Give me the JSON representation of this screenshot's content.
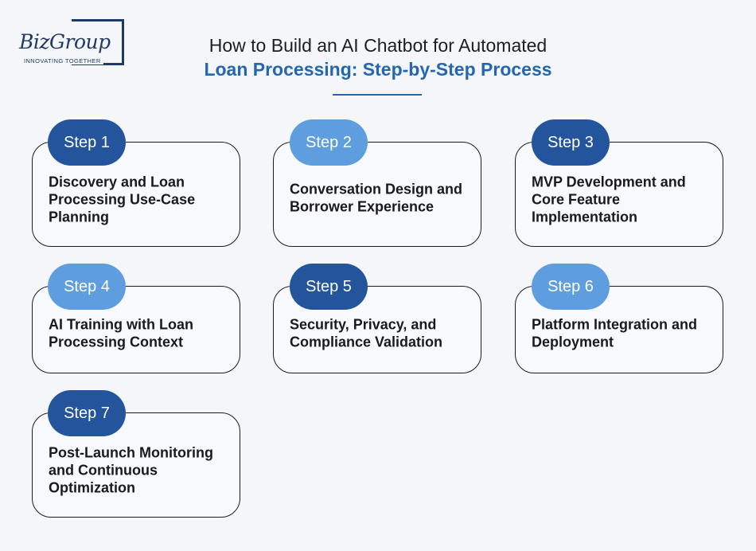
{
  "logo": {
    "name": "BizGroup",
    "tagline": "INNOVATING TOGETHER"
  },
  "title": {
    "line1": "How to Build an AI Chatbot for Automated",
    "line2": "Loan Processing: Step-by-Step Process"
  },
  "colors": {
    "dark_badge": "#24559c",
    "light_badge": "#5e9edf",
    "heading_accent": "#2566b0"
  },
  "steps": [
    {
      "label": "Step 1",
      "text": "Discovery and Loan Processing Use-Case Planning",
      "badge_style": "dark"
    },
    {
      "label": "Step 2",
      "text": "Conversation Design and Borrower Experience",
      "badge_style": "light"
    },
    {
      "label": "Step 3",
      "text": "MVP Development and Core Feature Implementation",
      "badge_style": "dark"
    },
    {
      "label": "Step 4",
      "text": "AI Training with Loan Processing Context",
      "badge_style": "light"
    },
    {
      "label": "Step 5",
      "text": "Security, Privacy, and Compliance Validation",
      "badge_style": "dark"
    },
    {
      "label": "Step 6",
      "text": "Platform Integration and Deployment",
      "badge_style": "light"
    },
    {
      "label": "Step 7",
      "text": "Post-Launch Monitoring and Continuous Optimization",
      "badge_style": "dark"
    }
  ]
}
